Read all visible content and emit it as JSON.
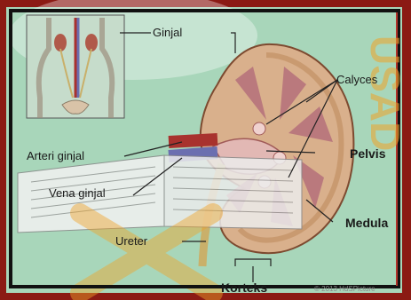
{
  "labels": {
    "ginjal": "Ginjal",
    "calyces": "Calyces",
    "arteri": "Arteri ginjal",
    "pelvis": "Pelvis",
    "vena": "Vena ginjal",
    "medula": "Medula",
    "ureter": "Ureter",
    "korteks": "Korteks"
  },
  "credit": "© 2013 HdSPicture",
  "watermark": "USAD",
  "colors": {
    "background": "#a8d6ba",
    "frame": "#111111",
    "outer_frame": "#8b1a14",
    "watermark": "#f0a42a",
    "kidney_outer": "#d9b08c",
    "medulla": "#b4707a",
    "artery": "#a8322e",
    "vein": "#6b6fb0",
    "book": "#f2f2f2"
  }
}
